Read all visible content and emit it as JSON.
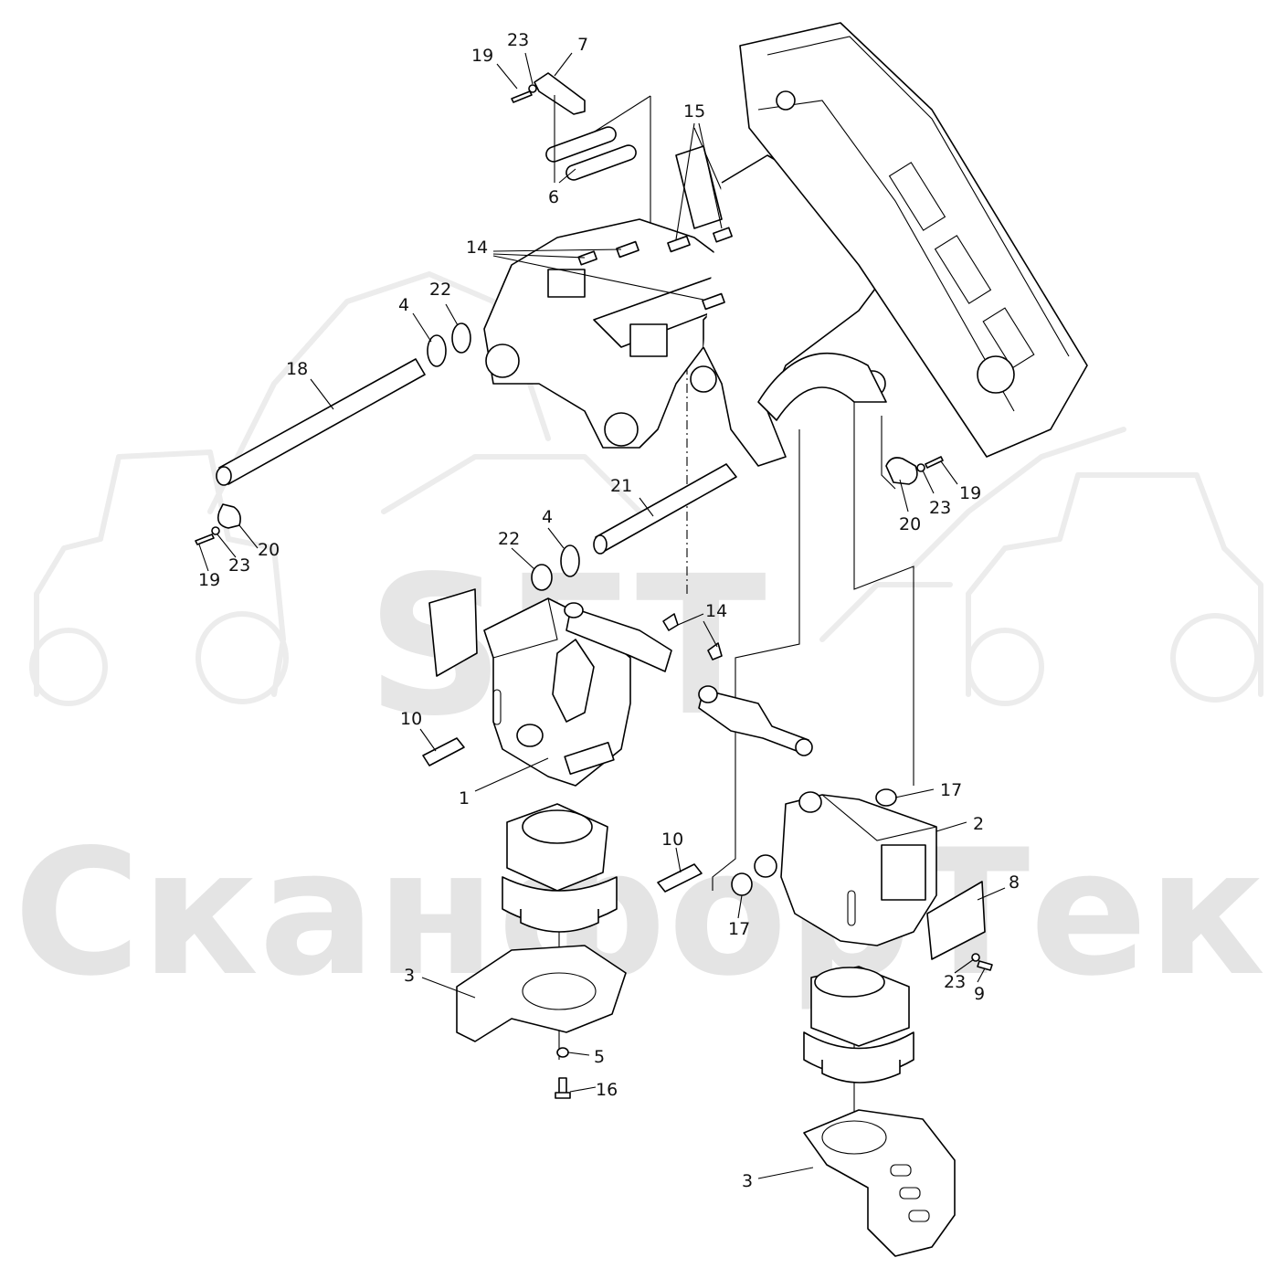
{
  "watermark": {
    "logo": "SFT",
    "brand": "СканфорТек"
  },
  "callouts": [
    {
      "id": "c-19-top",
      "text": "19"
    },
    {
      "id": "c-23-top",
      "text": "23"
    },
    {
      "id": "c-7",
      "text": "7"
    },
    {
      "id": "c-6",
      "text": "6"
    },
    {
      "id": "c-15",
      "text": "15"
    },
    {
      "id": "c-14-top",
      "text": "14"
    },
    {
      "id": "c-4-top",
      "text": "4"
    },
    {
      "id": "c-22-top",
      "text": "22"
    },
    {
      "id": "c-18",
      "text": "18"
    },
    {
      "id": "c-20-left",
      "text": "20"
    },
    {
      "id": "c-23-left",
      "text": "23"
    },
    {
      "id": "c-19-left",
      "text": "19"
    },
    {
      "id": "c-21",
      "text": "21"
    },
    {
      "id": "c-4-mid",
      "text": "4"
    },
    {
      "id": "c-22-mid",
      "text": "22"
    },
    {
      "id": "c-20-right",
      "text": "20"
    },
    {
      "id": "c-23-right",
      "text": "23"
    },
    {
      "id": "c-19-right",
      "text": "19"
    },
    {
      "id": "c-14-mid",
      "text": "14"
    },
    {
      "id": "c-10-left",
      "text": "10"
    },
    {
      "id": "c-1",
      "text": "1"
    },
    {
      "id": "c-17-top",
      "text": "17"
    },
    {
      "id": "c-2",
      "text": "2"
    },
    {
      "id": "c-10-right",
      "text": "10"
    },
    {
      "id": "c-17-bottom",
      "text": "17"
    },
    {
      "id": "c-8",
      "text": "8"
    },
    {
      "id": "c-23-bottom",
      "text": "23"
    },
    {
      "id": "c-9",
      "text": "9"
    },
    {
      "id": "c-3-left",
      "text": "3"
    },
    {
      "id": "c-5",
      "text": "5"
    },
    {
      "id": "c-16",
      "text": "16"
    },
    {
      "id": "c-3-right",
      "text": "3"
    }
  ]
}
